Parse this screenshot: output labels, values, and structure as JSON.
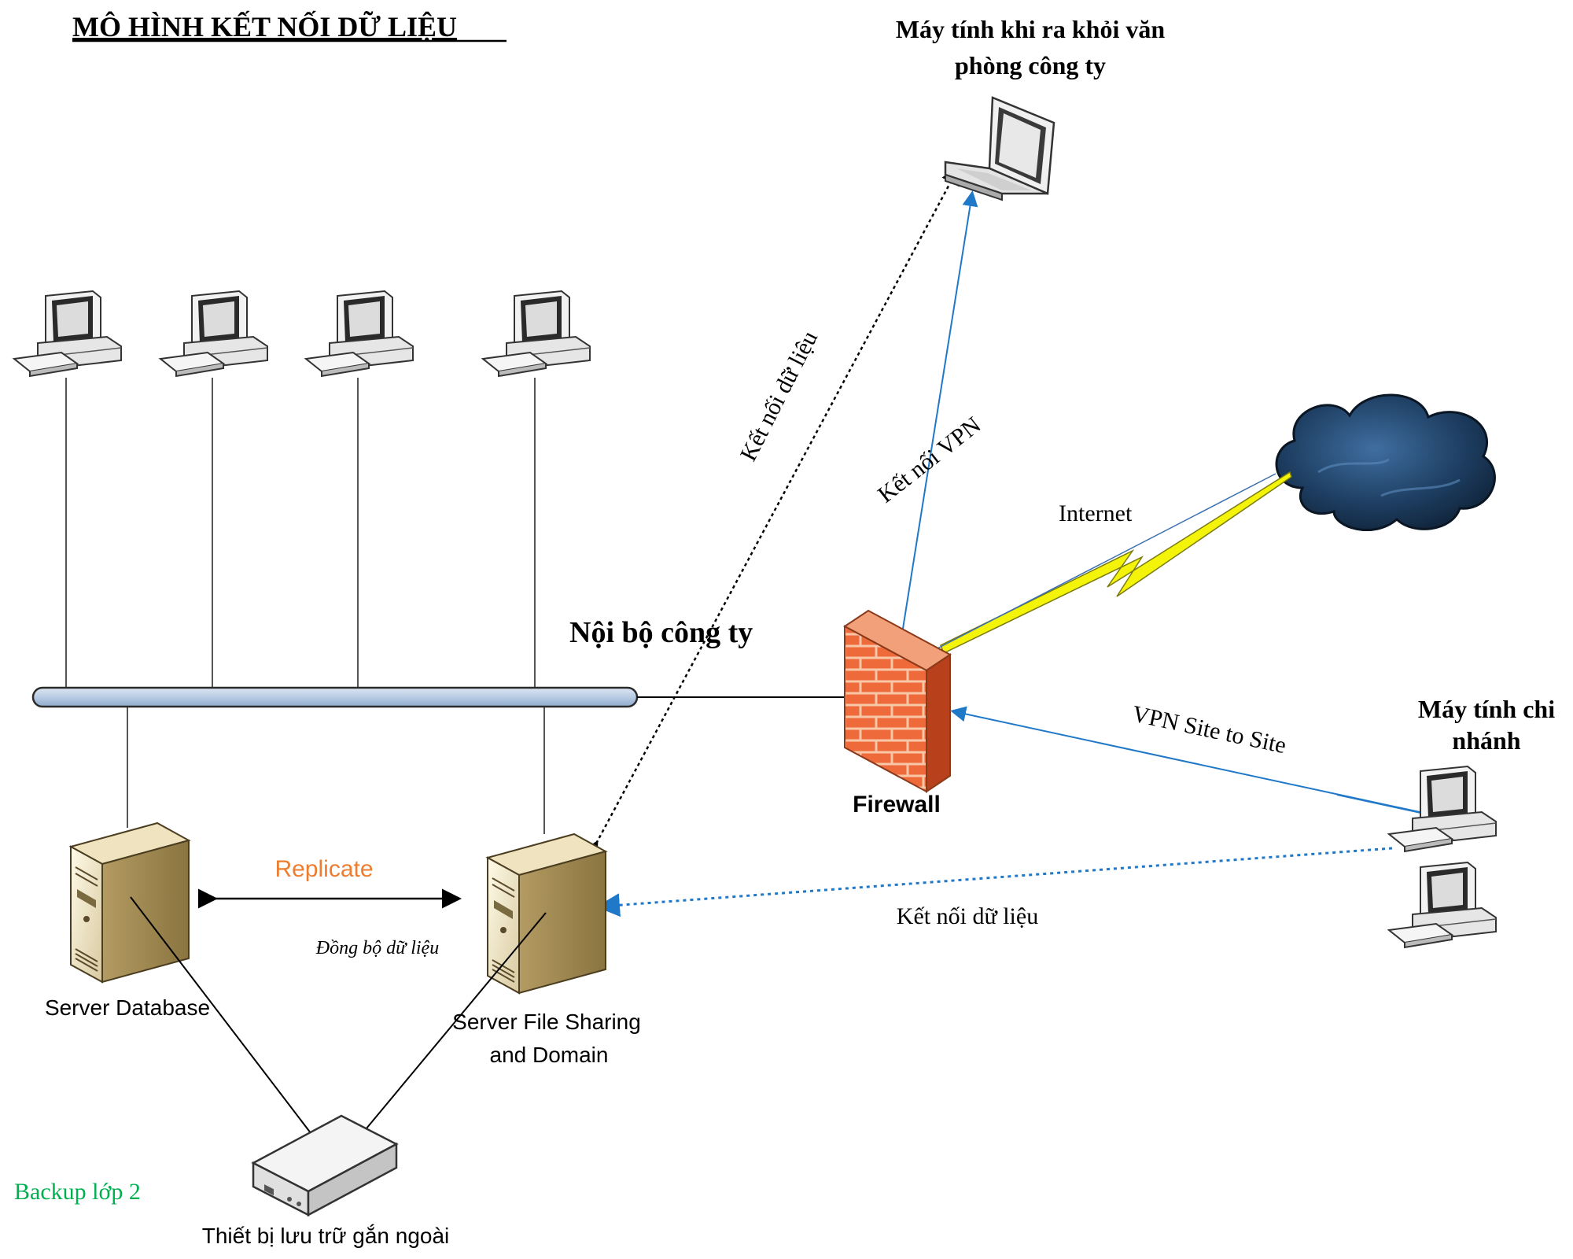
{
  "title": "MÔ HÌNH KẾT NỐI DỮ LIỆU",
  "labels": {
    "remote_laptop": [
      "Máy tính khi ra khỏi văn",
      "phòng công ty"
    ],
    "internal_network": "Nội bộ công ty",
    "firewall": "Firewall",
    "internet": "Internet",
    "branch": [
      "Máy tính chi",
      "nhánh"
    ],
    "server_database": "Server Database",
    "server_file": [
      "Server File Sharing",
      "and Domain"
    ],
    "storage": "Thiết bị lưu trữ gắn ngoài",
    "backup": "Backup lớp 2",
    "replicate": "Replicate",
    "sync": "Đồng bộ dữ liệu",
    "conn_data_top": "Kết nối dữ liệu",
    "conn_vpn": "Kết nối VPN",
    "vpn_site": "VPN Site to Site",
    "conn_data_branch": "Kết nối dữ liệu"
  },
  "icons": {
    "workstation": "desktop-computer-icon",
    "laptop": "laptop-icon",
    "cloud": "cloud-icon",
    "firewall": "firewall-icon",
    "server": "server-tower-icon",
    "storage": "external-storage-icon",
    "lightning": "lightning-bolt-icon"
  },
  "colors": {
    "accent_orange": "#ed7d31",
    "backup_green": "#00b050",
    "vpn_blue": "#1f78c8",
    "bus_fill": "#b8cce4",
    "firewall_brick": "#e8552a",
    "cloud_dark": "#1a3550",
    "lightning_yellow": "#f4f40a"
  }
}
